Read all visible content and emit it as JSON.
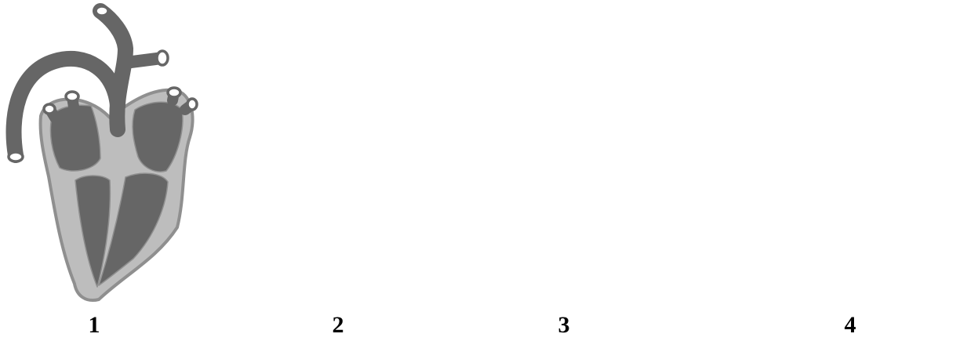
{
  "figure": {
    "labels": [
      "1",
      "2",
      "3",
      "4"
    ]
  },
  "colors": {
    "wall": "#bdbdbd",
    "wall_edge": "#8f8f8f",
    "chamber": "#666666",
    "background": "#ffffff"
  }
}
